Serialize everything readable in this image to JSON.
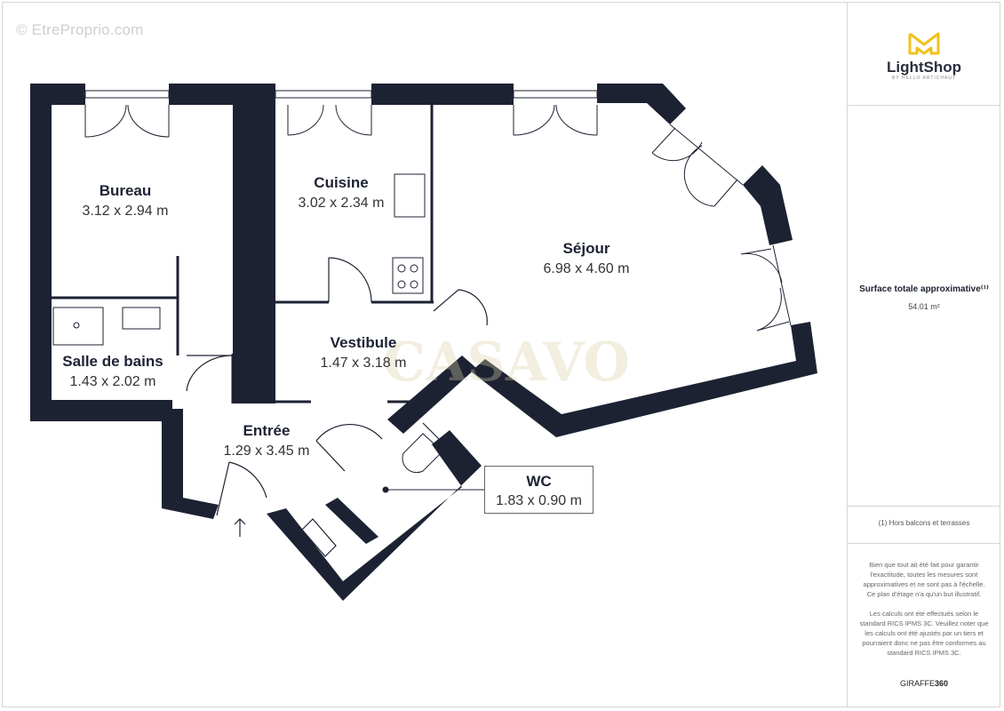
{
  "watermark": "© EtreProprio.com",
  "overlay_watermark": "CASAVO",
  "rooms": {
    "bureau": {
      "name": "Bureau",
      "dim": "3.12 x 2.94 m"
    },
    "cuisine": {
      "name": "Cuisine",
      "dim": "3.02 x 2.34 m"
    },
    "sejour": {
      "name": "Séjour",
      "dim": "6.98 x 4.60 m"
    },
    "vestibule": {
      "name": "Vestibule",
      "dim": "1.47 x 3.18 m"
    },
    "salle_de_bains": {
      "name": "Salle de bains",
      "dim": "1.43 x 2.02 m"
    },
    "entree": {
      "name": "Entrée",
      "dim": "1.29 x 3.45 m"
    },
    "wc": {
      "name": "WC",
      "dim": "1.83 x 0.90 m"
    }
  },
  "sidebar": {
    "logo_name": "LightShop",
    "logo_sub": "BY HELLO ARTICHAUT",
    "surface_label": "Surface totale approximative⁽¹⁾",
    "surface_value": "54.01 m²",
    "footnote": "(1) Hors balcons et terrasses",
    "disclaimer_1": "Bien que tout ait été fait pour garantir l'exactitude, toutes les mesures sont approximatives et ne sont pas à l'échelle. Ce plan d'étage n'a qu'un but illustratif.",
    "disclaimer_2": "Les calculs ont été effectués selon le standard RICS IPMS 3C. Veuillez noter que les calculs ont été ajustés par un tiers et pourraient donc ne pas être conformes au standard RICS IPMS 3C.",
    "brand_prefix": "GIRAFFE",
    "brand_suffix": "360"
  },
  "colors": {
    "wall": "#1d2233",
    "logo_yellow": "#f2c21b",
    "watermark_tint": "#d9cfa6"
  }
}
